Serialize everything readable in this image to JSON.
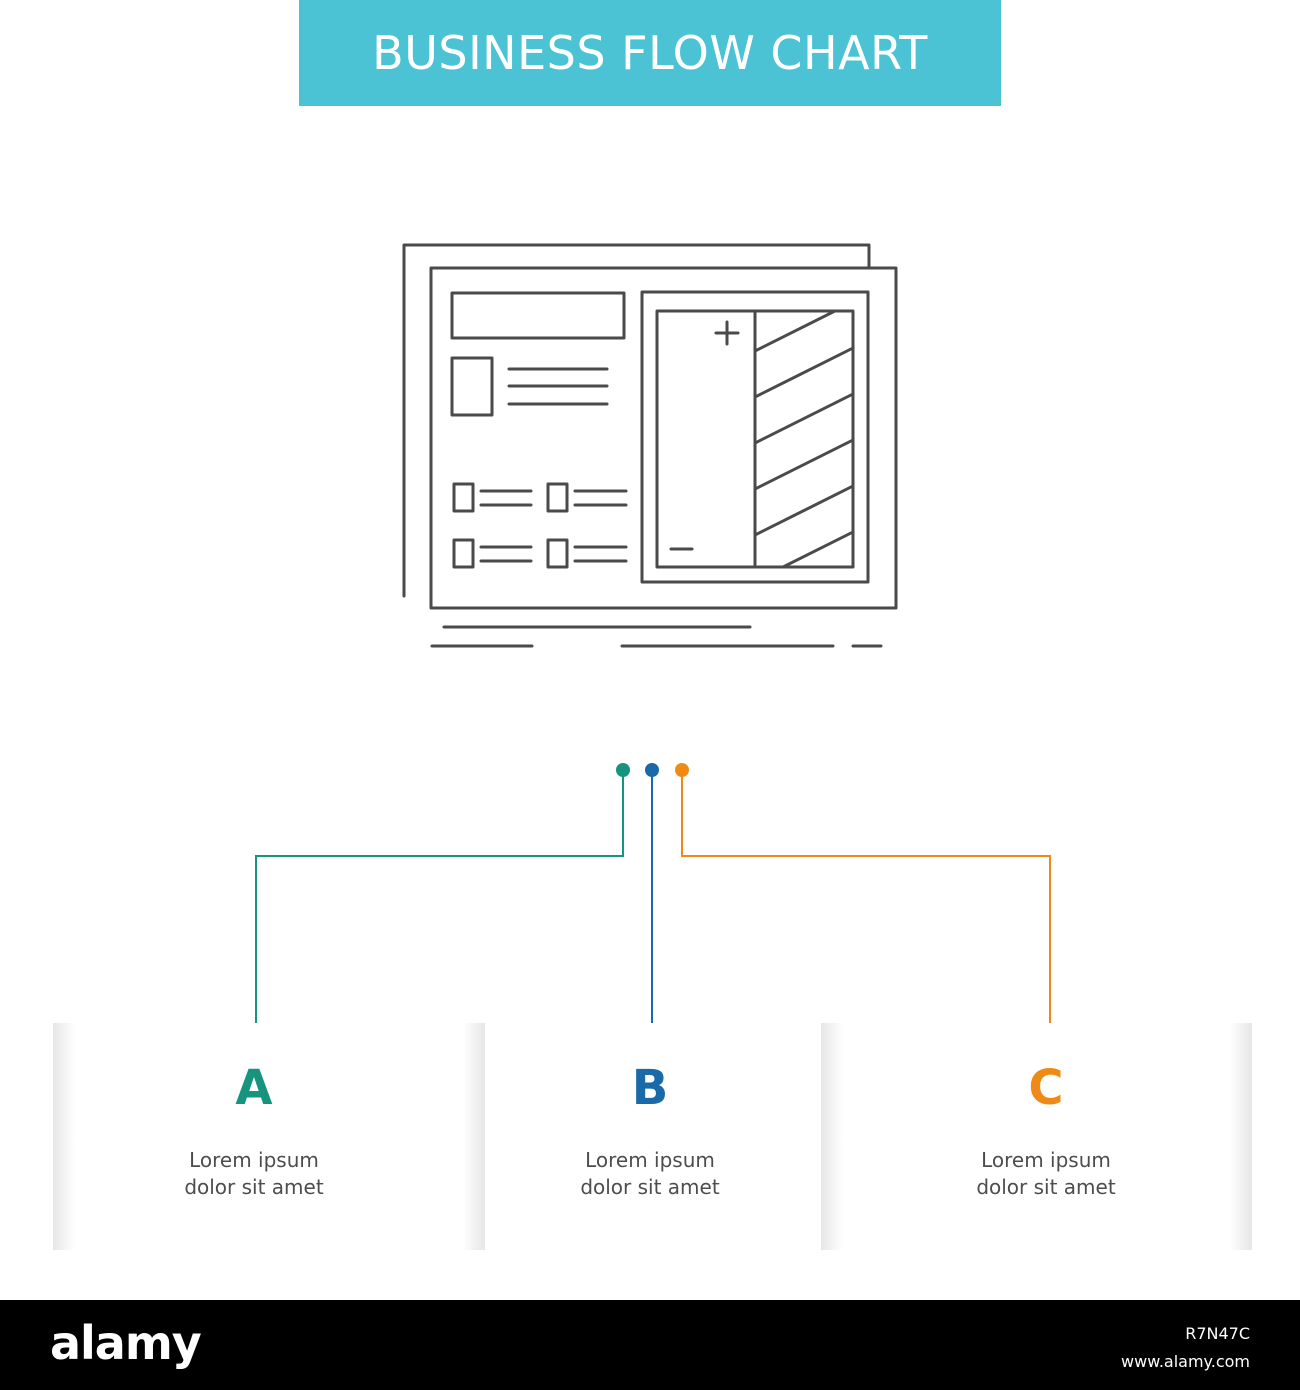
{
  "header": {
    "title": "BUSINESS FLOW CHART"
  },
  "icon": {
    "name": "blueprint-layout-icon",
    "stroke_color": "#4a4a4a"
  },
  "connectors": {
    "dot_colors": [
      "#16947f",
      "#1a69a8",
      "#ef8a17"
    ]
  },
  "steps": [
    {
      "letter": "A",
      "line1": "Lorem ipsum",
      "line2": "dolor sit amet",
      "color": "#16947f"
    },
    {
      "letter": "B",
      "line1": "Lorem ipsum",
      "line2": "dolor sit amet",
      "color": "#1a69a8"
    },
    {
      "letter": "C",
      "line1": "Lorem ipsum",
      "line2": "dolor sit amet",
      "color": "#ef8a17"
    }
  ],
  "footer": {
    "logo": "alamy",
    "image_id": "R7N47C",
    "url": "www.alamy.com"
  }
}
